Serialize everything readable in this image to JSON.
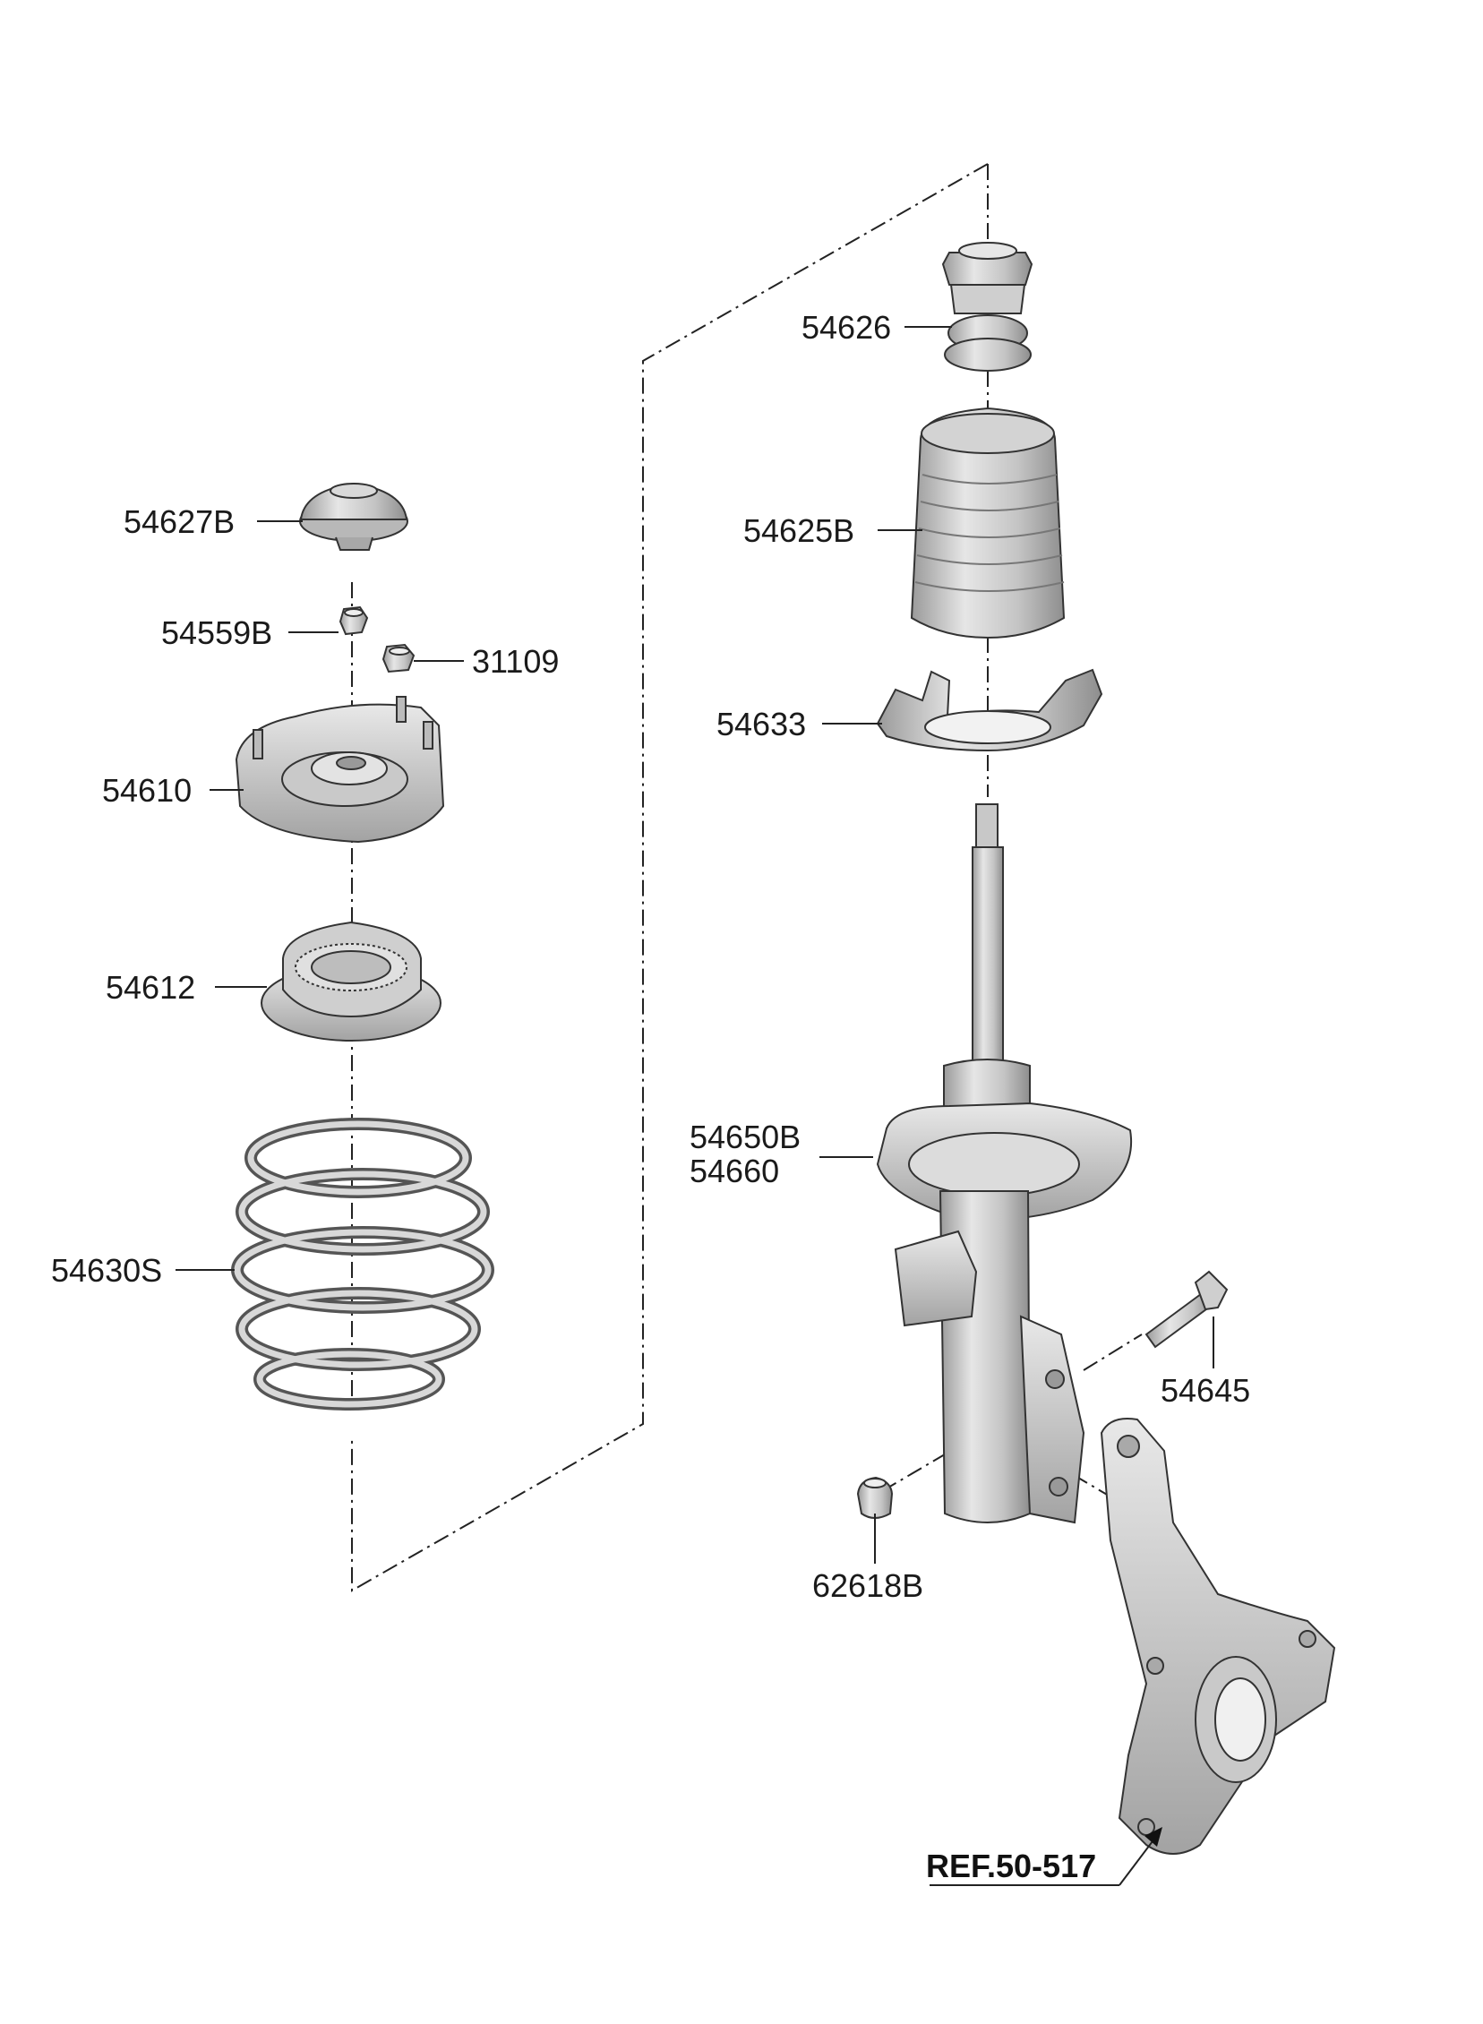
{
  "labels": {
    "p54626": "54626",
    "p54627B": "54627B",
    "p54625B": "54625B",
    "p54559B": "54559B",
    "p31109": "31109",
    "p54633": "54633",
    "p54610": "54610",
    "p54612": "54612",
    "p54650B": "54650B",
    "p54660": "54660",
    "p54630S": "54630S",
    "p54645": "54645",
    "p62618B": "62618B",
    "ref": "REF.50-517"
  }
}
